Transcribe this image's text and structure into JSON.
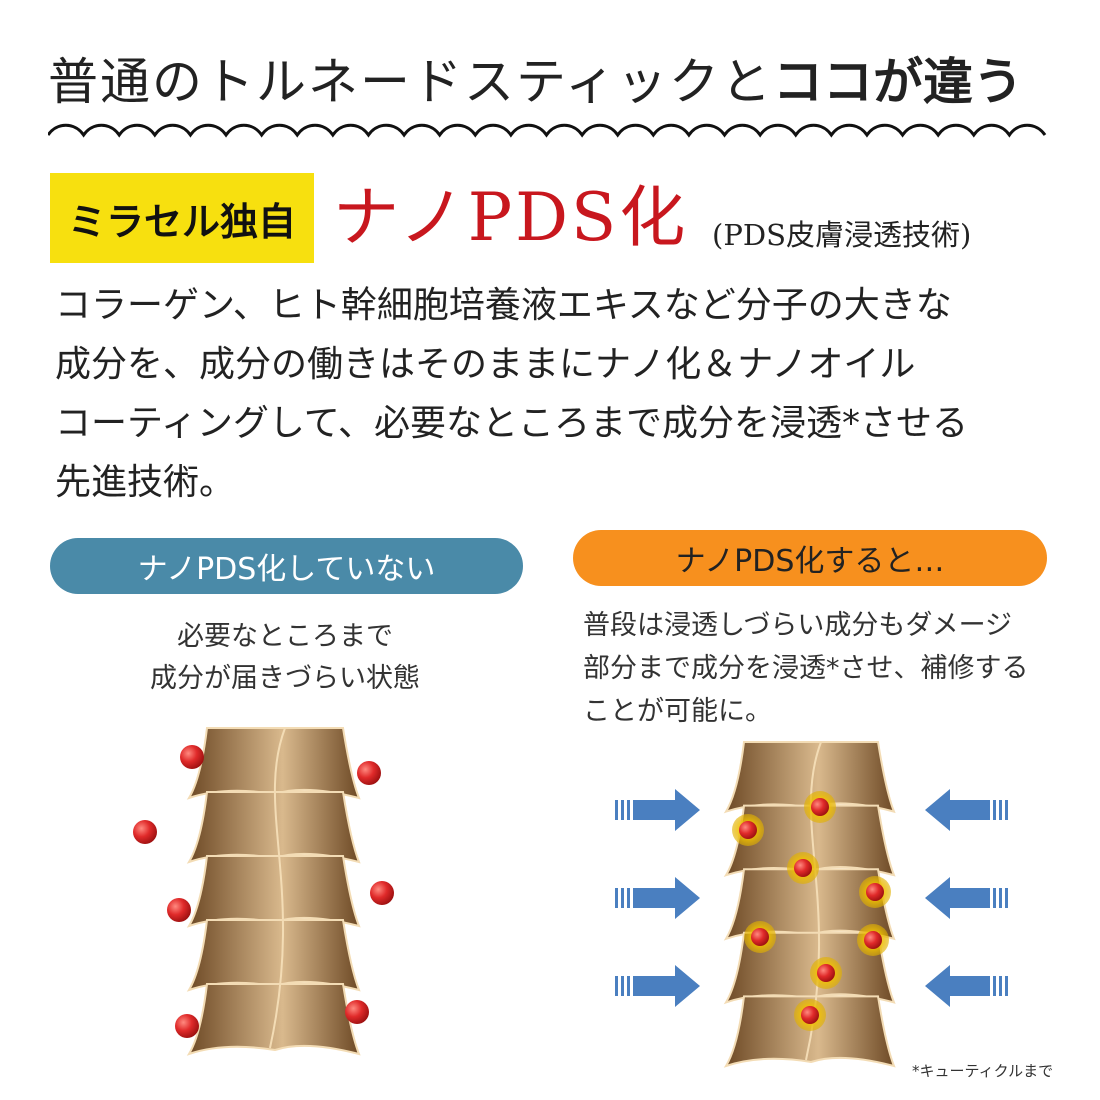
{
  "title": {
    "normal": "普通のトルネードスティックと",
    "bold": "ココが違う"
  },
  "badge": "ミラセル独自",
  "headline": "ナノPDS化",
  "headline_sub": "(PDS皮膚浸透技術)",
  "description": [
    "コラーゲン、ヒト幹細胞培養液エキスなど分子の大きな",
    "成分を、成分の働きはそのままにナノ化＆ナノオイル",
    "コーティングして、必要なところまで成分を浸透*させる",
    "先進技術。"
  ],
  "left_panel": {
    "label": "ナノPDS化していない",
    "caption": [
      "必要なところまで",
      "成分が届きづらい状態"
    ]
  },
  "right_panel": {
    "label": "ナノPDS化すると…",
    "caption": [
      "普段は浸透しづらい成分もダメージ",
      "部分まで成分を浸透*させ、補修する",
      "ことが可能に。"
    ]
  },
  "footnote": "*キューティクルまで",
  "colors": {
    "badge": "#f7e00f",
    "headline": "#c8171e",
    "left_pill": "#4a8aa8",
    "right_pill": "#f7901e",
    "arrow": "#4a7fc0",
    "particle": "#e02a2a"
  }
}
